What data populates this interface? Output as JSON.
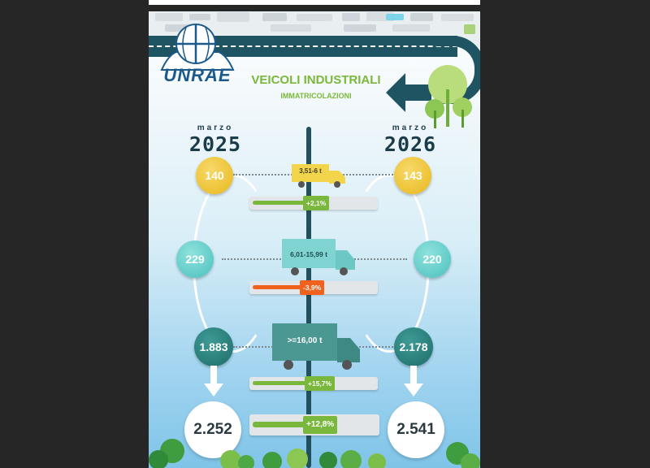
{
  "logo": {
    "text": "UNRAE"
  },
  "header": {
    "title": "VEICOLI INDUSTRIALI",
    "subtitle": "IMMATRICOLAZIONI"
  },
  "period_left": {
    "month": "marzo",
    "year": "2025"
  },
  "period_right": {
    "month": "marzo",
    "year": "2026"
  },
  "rows": [
    {
      "category": "3,51-6 t",
      "value_2025": "140",
      "value_2026": "143",
      "change": "+2,1%",
      "change_pct": 2.1
    },
    {
      "category": "6,01-15,99 t",
      "value_2025": "229",
      "value_2026": "220",
      "change": "-3,9%",
      "change_pct": -3.9
    },
    {
      "category": ">=16,00 t",
      "value_2025": "1.883",
      "value_2026": "2.178",
      "change": "+15,7%",
      "change_pct": 15.7
    }
  ],
  "totals": {
    "value_2025": "2.252",
    "value_2026": "2.541",
    "change": "+12,8%",
    "change_pct": 12.8
  },
  "colors": {
    "positive": "#79b83c",
    "negative": "#f0611d",
    "road": "#1f5463",
    "title": "#7ab83a",
    "yellow": "#e8b81c",
    "aqua": "#4cc0bd",
    "teal": "#1f6d6a"
  },
  "icons": [
    "globe-logo-icon",
    "left-arrow-icon",
    "truck-icon",
    "down-arrow-icon",
    "tree-icon"
  ]
}
